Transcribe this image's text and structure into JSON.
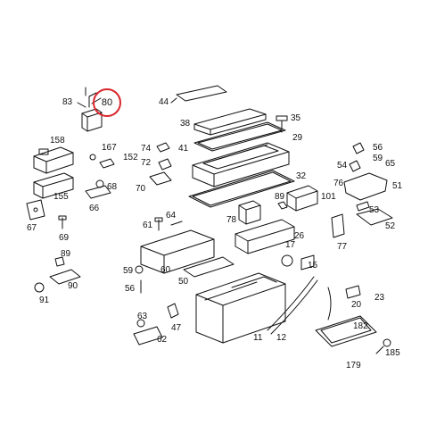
{
  "diagram": {
    "type": "exploded-parts-diagram",
    "highlighted_part": "80",
    "highlight_color": "#d9262b",
    "line_color": "#111111",
    "background": "#ffffff",
    "callouts": [
      "83",
      "80",
      "44",
      "38",
      "35",
      "41",
      "29",
      "158",
      "167",
      "152",
      "74",
      "72",
      "56",
      "59",
      "65",
      "54",
      "76",
      "32",
      "155",
      "68",
      "70",
      "66",
      "89",
      "101",
      "51",
      "67",
      "69",
      "64",
      "61",
      "78",
      "26",
      "53",
      "52",
      "89",
      "77",
      "59",
      "60",
      "17",
      "15",
      "90",
      "56",
      "50",
      "91",
      "63",
      "47",
      "62",
      "11",
      "12",
      "20",
      "23",
      "182",
      "185",
      "179"
    ]
  }
}
